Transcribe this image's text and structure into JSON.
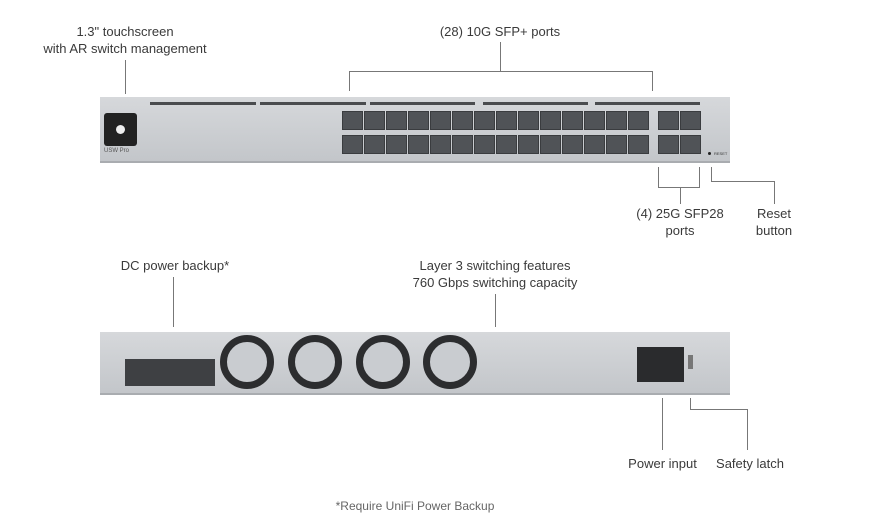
{
  "callouts": {
    "touchscreen": "1.3\" touchscreen\nwith AR switch management",
    "sfp_plus": "(28) 10G SFP+ ports",
    "sfp28": "(4) 25G SFP28\nports",
    "reset": "Reset\nbutton",
    "dc_power": "DC power backup*",
    "layer3": "Layer 3 switching features\n760 Gbps switching capacity",
    "power_input": "Power input",
    "safety_latch": "Safety latch"
  },
  "device": {
    "model_label": "USW Pro",
    "reset_label": "RESET"
  },
  "footnote": "*Require UniFi Power Backup"
}
